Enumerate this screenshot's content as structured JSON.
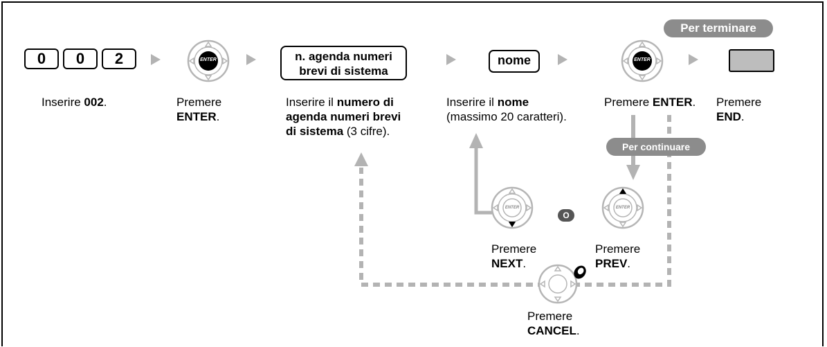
{
  "keys": {
    "digit1": "0",
    "digit2": "0",
    "digit3": "2",
    "speed_dial_key": "n. agenda numeri brevi di sistema",
    "name_key": "nome",
    "enter_glyph": "ENTER"
  },
  "bubbles": {
    "finish": "Per terminare",
    "continue": "Per continuare",
    "or": "O"
  },
  "steps": {
    "s1": {
      "a": "Inserire ",
      "b": "002",
      "c": "."
    },
    "s2": {
      "a": "Premere",
      "b": "ENTER",
      "c": "."
    },
    "s3": {
      "a": "Inserire il ",
      "b": "numero di",
      "c": "agenda numeri brevi",
      "d": "di sistema",
      "e": " (3 cifre)."
    },
    "s4": {
      "a": "Inserire il ",
      "b": "nome",
      "c": "(massimo 20 caratteri)."
    },
    "s5": {
      "a": "Premere ",
      "b": "ENTER",
      "c": "."
    },
    "s6": {
      "a": "Premere",
      "b": "END",
      "c": "."
    },
    "next": {
      "a": "Premere",
      "b": "NEXT",
      "c": "."
    },
    "prev": {
      "a": "Premere",
      "b": "PREV",
      "c": "."
    },
    "cancel": {
      "a": "Premere",
      "b": "CANCEL",
      "c": "."
    }
  },
  "colors": {
    "flow_gray": "#b3b3b3",
    "end_key_gray": "#bdbdbd",
    "pill_gray": "#8c8c8c",
    "enter_black": "#000000"
  }
}
